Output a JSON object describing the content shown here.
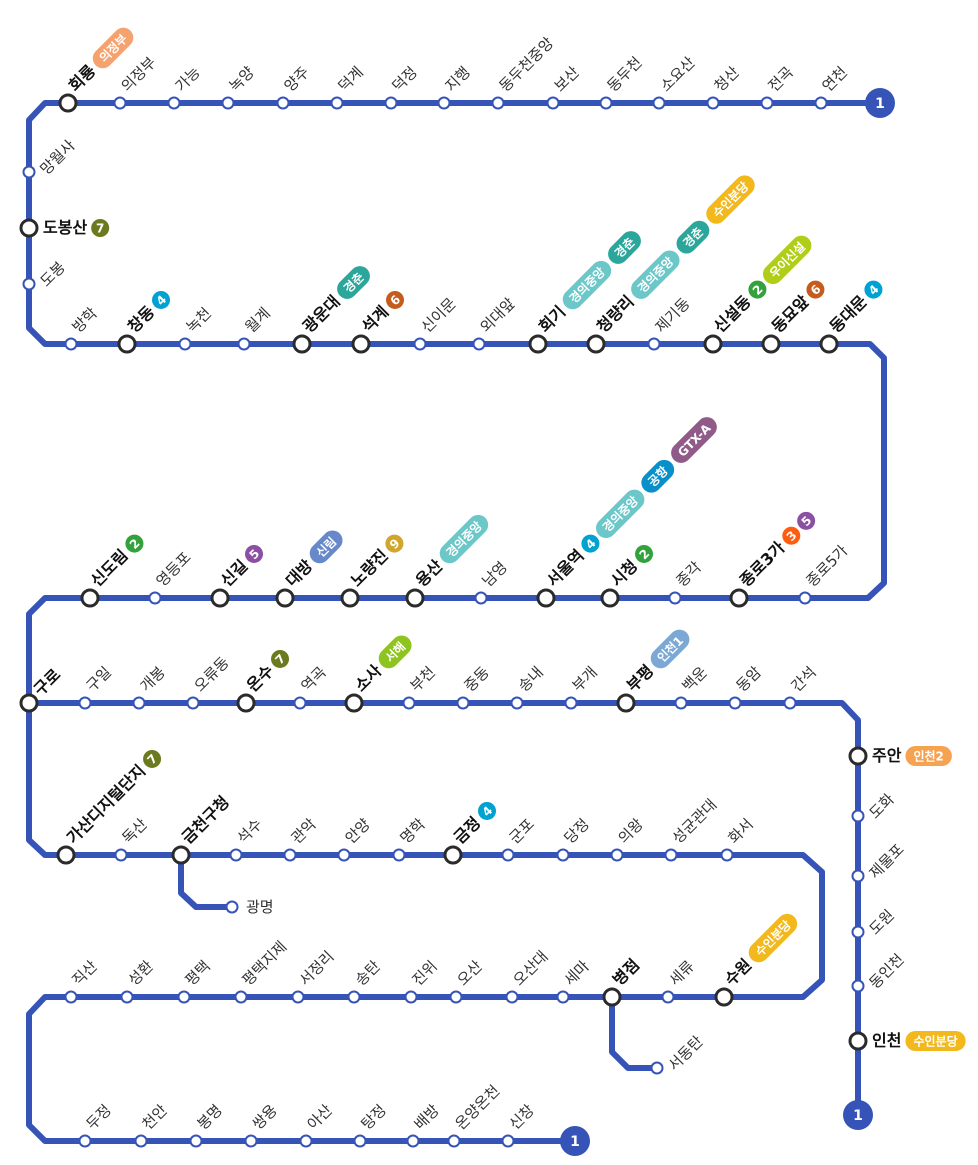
{
  "line": {
    "color": "#3654b8",
    "end_label": "1"
  },
  "line_colors": {
    "1": "#3654b8",
    "2": "#33a23d",
    "3": "#fe5d10",
    "4": "#00a2d1",
    "5": "#8b50a4",
    "6": "#c55c1d",
    "7": "#6b7a1e",
    "9": "#d1a62c",
    "의정부": "#f5a26f",
    "경춘": "#2aa69a",
    "경의중앙": "#6cc7c8",
    "우이신설": "#b0ce18",
    "신림": "#6789ca",
    "공항": "#0a90c8",
    "GTX-A": "#905a89",
    "서해": "#8fc31f",
    "인천1": "#7ca8d5",
    "인천2": "#f5a251",
    "수인분당": "#f2b81c"
  },
  "stations": [
    {
      "name": "회룡",
      "transfer": true,
      "lines": [
        "의정부"
      ]
    },
    {
      "name": "의정부"
    },
    {
      "name": "가능"
    },
    {
      "name": "녹양"
    },
    {
      "name": "양주"
    },
    {
      "name": "덕계"
    },
    {
      "name": "덕정"
    },
    {
      "name": "지행"
    },
    {
      "name": "동두천중앙"
    },
    {
      "name": "보산"
    },
    {
      "name": "동두천"
    },
    {
      "name": "소요산"
    },
    {
      "name": "청산"
    },
    {
      "name": "전곡"
    },
    {
      "name": "연천"
    },
    {
      "name": "망월사"
    },
    {
      "name": "도봉산",
      "transfer": true,
      "lines": [
        "7"
      ]
    },
    {
      "name": "도봉"
    },
    {
      "name": "방학"
    },
    {
      "name": "창동",
      "transfer": true,
      "lines": [
        "4"
      ]
    },
    {
      "name": "녹천"
    },
    {
      "name": "월계"
    },
    {
      "name": "광운대",
      "transfer": true,
      "lines": [
        "경춘"
      ]
    },
    {
      "name": "석계",
      "transfer": true,
      "lines": [
        "6"
      ]
    },
    {
      "name": "신이문"
    },
    {
      "name": "외대앞"
    },
    {
      "name": "회기",
      "transfer": true,
      "lines": [
        "경의중앙",
        "경춘"
      ]
    },
    {
      "name": "청량리",
      "transfer": true,
      "lines": [
        "경의중앙",
        "경춘",
        "수인분당"
      ]
    },
    {
      "name": "제기동"
    },
    {
      "name": "신설동",
      "transfer": true,
      "lines": [
        "2",
        "우이신설"
      ]
    },
    {
      "name": "동묘앞",
      "transfer": true,
      "lines": [
        "6"
      ]
    },
    {
      "name": "동대문",
      "transfer": true,
      "lines": [
        "4"
      ]
    },
    {
      "name": "신도림",
      "transfer": true,
      "lines": [
        "2"
      ]
    },
    {
      "name": "영등포"
    },
    {
      "name": "신길",
      "transfer": true,
      "lines": [
        "5"
      ]
    },
    {
      "name": "대방",
      "transfer": true,
      "lines": [
        "신림"
      ]
    },
    {
      "name": "노량진",
      "transfer": true,
      "lines": [
        "9"
      ]
    },
    {
      "name": "용산",
      "transfer": true,
      "lines": [
        "경의중앙"
      ]
    },
    {
      "name": "남영"
    },
    {
      "name": "서울역",
      "transfer": true,
      "lines": [
        "4",
        "경의중앙",
        "공항",
        "GTX-A"
      ]
    },
    {
      "name": "시청",
      "transfer": true,
      "lines": [
        "2"
      ]
    },
    {
      "name": "종각"
    },
    {
      "name": "종로3가",
      "transfer": true,
      "lines": [
        "3",
        "5"
      ]
    },
    {
      "name": "종로5가"
    },
    {
      "name": "구로",
      "transfer": true
    },
    {
      "name": "구일"
    },
    {
      "name": "개봉"
    },
    {
      "name": "오류동"
    },
    {
      "name": "온수",
      "transfer": true,
      "lines": [
        "7"
      ]
    },
    {
      "name": "역곡"
    },
    {
      "name": "소사",
      "transfer": true,
      "lines": [
        "서해"
      ]
    },
    {
      "name": "부천"
    },
    {
      "name": "중동"
    },
    {
      "name": "송내"
    },
    {
      "name": "부개"
    },
    {
      "name": "부평",
      "transfer": true,
      "lines": [
        "인천1"
      ]
    },
    {
      "name": "백운"
    },
    {
      "name": "동암"
    },
    {
      "name": "간석"
    },
    {
      "name": "주안",
      "transfer": true,
      "lines": [
        "인천2"
      ]
    },
    {
      "name": "도화"
    },
    {
      "name": "제물포"
    },
    {
      "name": "도원"
    },
    {
      "name": "동인천"
    },
    {
      "name": "인천",
      "transfer": true,
      "lines": [
        "수인분당"
      ]
    },
    {
      "name": "가산디지털단지",
      "transfer": true,
      "lines": [
        "7"
      ]
    },
    {
      "name": "독산"
    },
    {
      "name": "금천구청",
      "transfer": true
    },
    {
      "name": "석수"
    },
    {
      "name": "관악"
    },
    {
      "name": "안양"
    },
    {
      "name": "명학"
    },
    {
      "name": "금정",
      "transfer": true,
      "lines": [
        "4"
      ]
    },
    {
      "name": "군포"
    },
    {
      "name": "당정"
    },
    {
      "name": "의왕"
    },
    {
      "name": "성균관대"
    },
    {
      "name": "화서"
    },
    {
      "name": "광명"
    },
    {
      "name": "직산"
    },
    {
      "name": "성환"
    },
    {
      "name": "평택"
    },
    {
      "name": "평택지제"
    },
    {
      "name": "서정리"
    },
    {
      "name": "송탄"
    },
    {
      "name": "진위"
    },
    {
      "name": "오산"
    },
    {
      "name": "오산대"
    },
    {
      "name": "세마"
    },
    {
      "name": "병점",
      "transfer": true
    },
    {
      "name": "세류"
    },
    {
      "name": "수원",
      "transfer": true,
      "lines": [
        "수인분당"
      ]
    },
    {
      "name": "서동탄"
    },
    {
      "name": "두정"
    },
    {
      "name": "천안"
    },
    {
      "name": "봉명"
    },
    {
      "name": "쌍용"
    },
    {
      "name": "아산"
    },
    {
      "name": "탕정"
    },
    {
      "name": "배방"
    },
    {
      "name": "온양온천"
    },
    {
      "name": "신창"
    }
  ]
}
